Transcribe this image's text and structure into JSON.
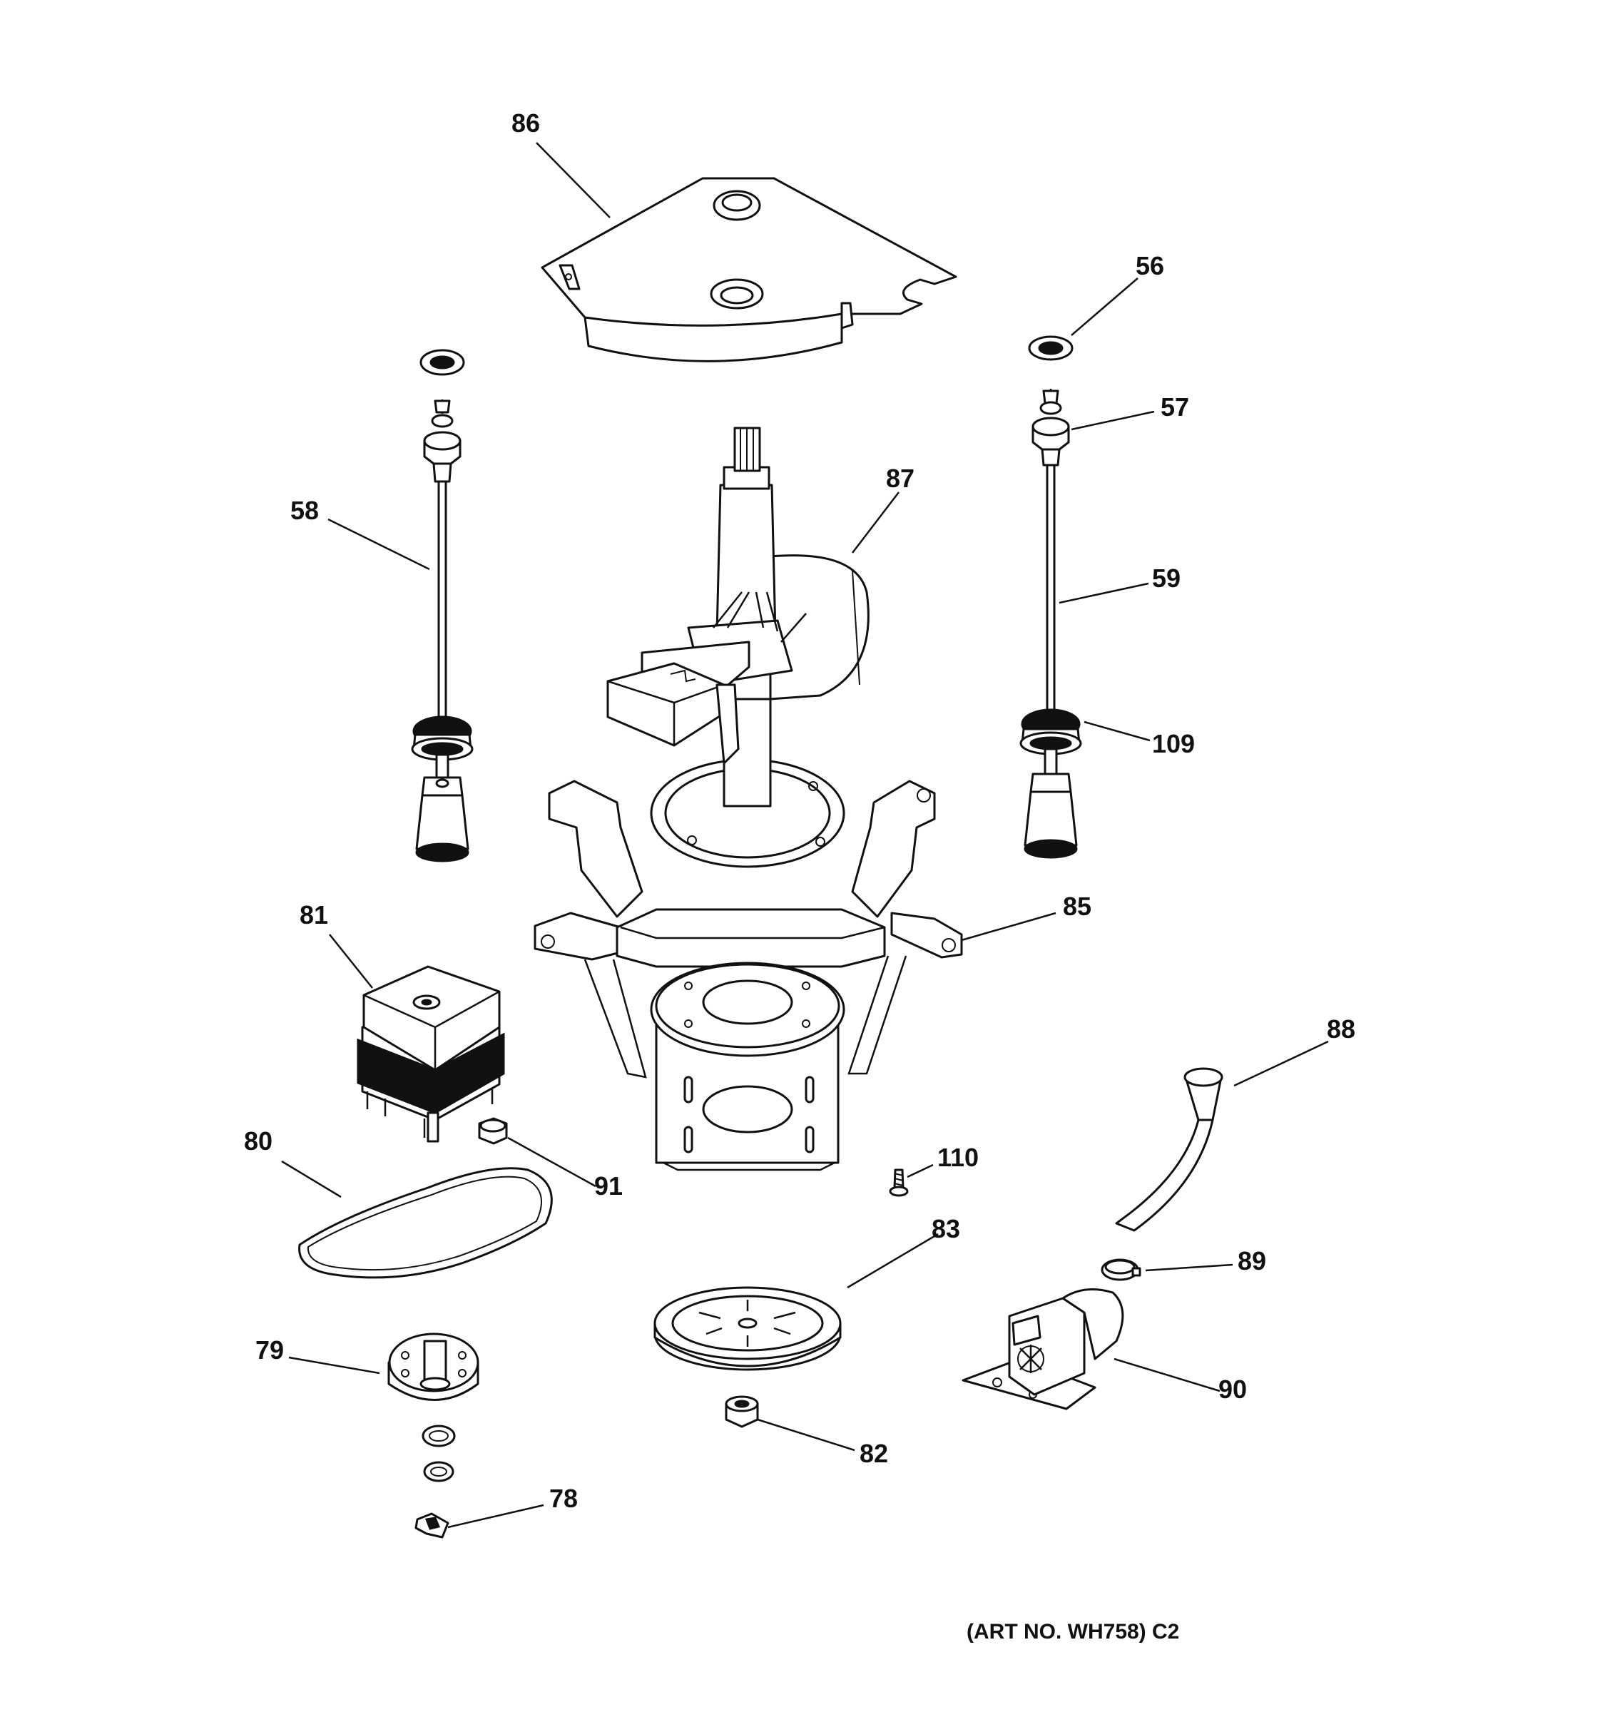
{
  "callouts": {
    "c86": "86",
    "c56": "56",
    "c57": "57",
    "c58": "58",
    "c59": "59",
    "c87": "87",
    "c109": "109",
    "c85": "85",
    "c81": "81",
    "c88": "88",
    "c80": "80",
    "c91": "91",
    "c110": "110",
    "c83": "83",
    "c89": "89",
    "c79": "79",
    "c90": "90",
    "c82": "82",
    "c78": "78"
  },
  "art_number": "(ART NO. WH758) C2"
}
